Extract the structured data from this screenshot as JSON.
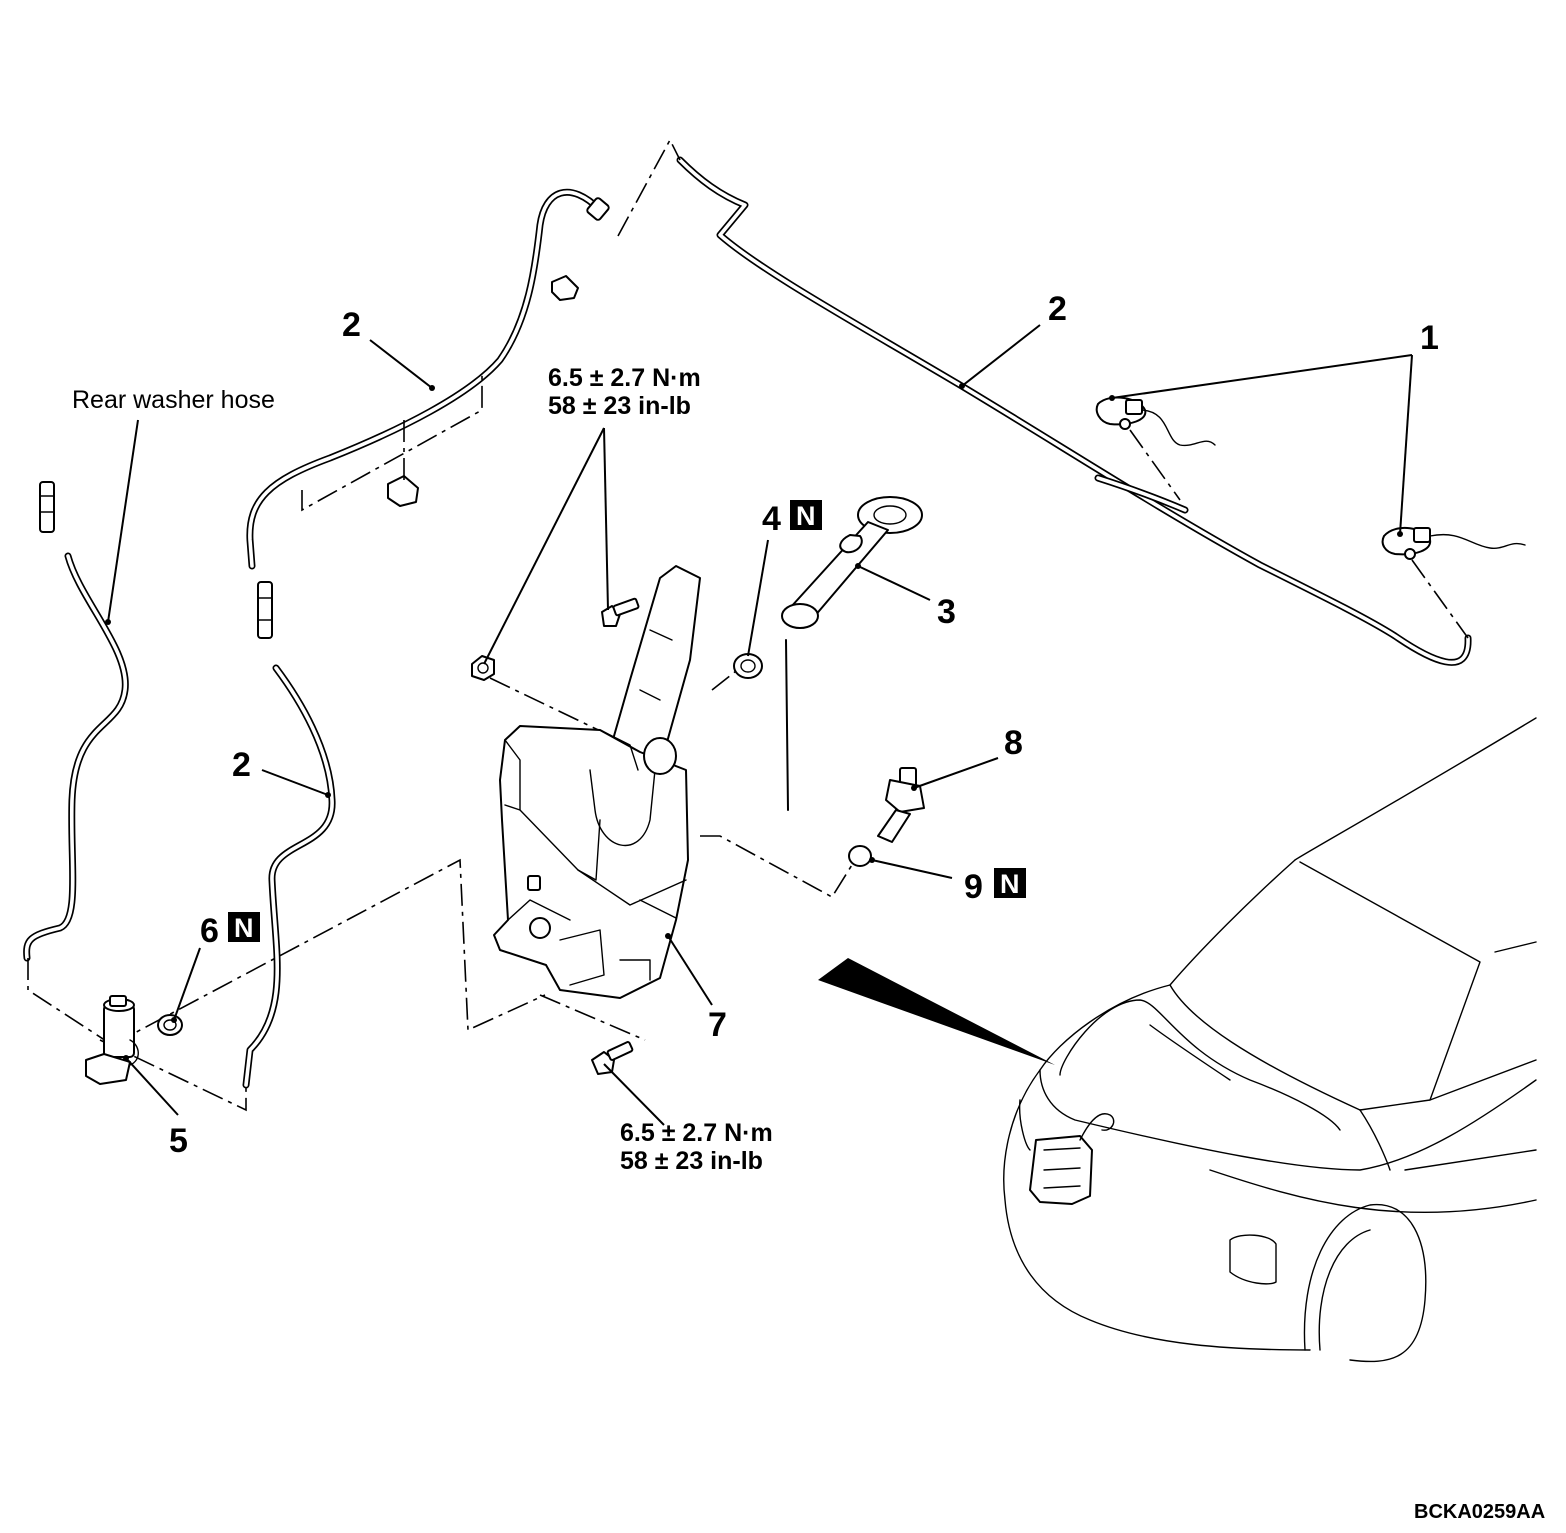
{
  "callouts": {
    "c1": "1",
    "c2": "2",
    "c3": "3",
    "c4": "4",
    "c5": "5",
    "c6": "6",
    "c7": "7",
    "c8": "8",
    "c9": "9"
  },
  "new_part_mark": "N",
  "torque_upper": {
    "line1": "6.5 ± 2.7 N·m",
    "line2": "58 ± 23 in-lb"
  },
  "torque_lower": {
    "line1": "6.5 ± 2.7 N·m",
    "line2": "58 ± 23 in-lb"
  },
  "rear_hose_label": "Rear washer hose",
  "figure_code": "BCKA0259AA"
}
